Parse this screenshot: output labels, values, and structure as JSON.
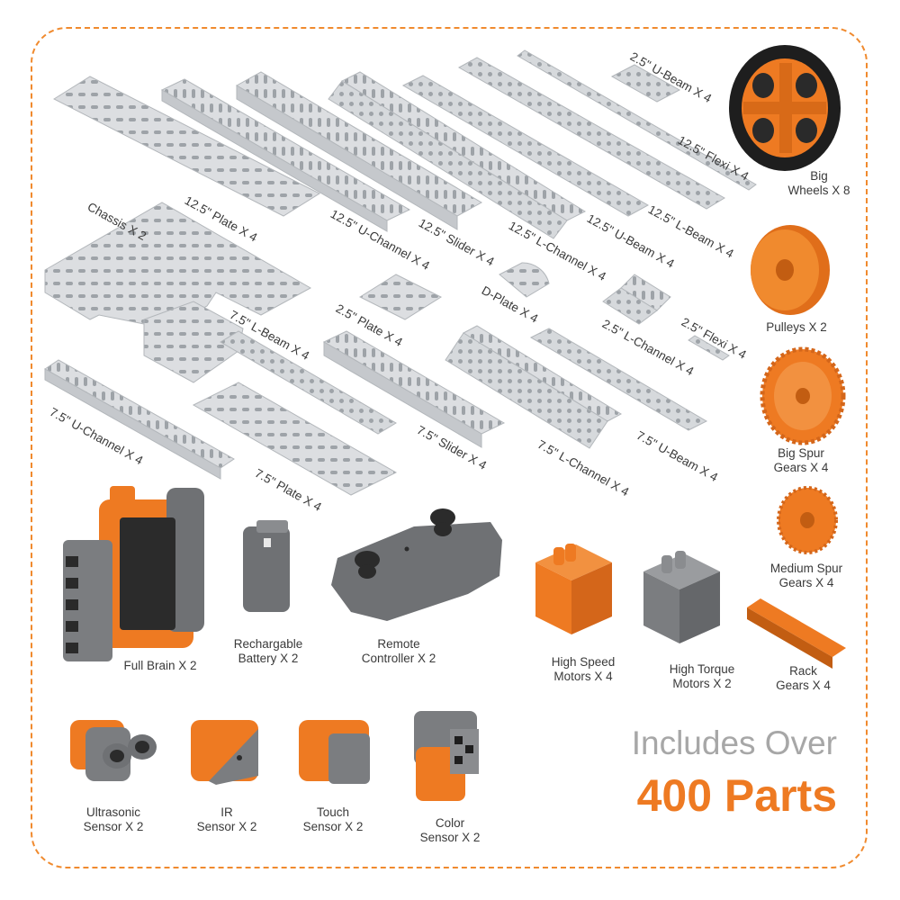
{
  "colors": {
    "accent_orange": "#ee7a22",
    "frame_orange": "#f08a2e",
    "metal": "#d9dbde",
    "metal_dark": "#aeb2b7",
    "grey_part": "#7b7d80",
    "headline_grey": "#a7a7a7"
  },
  "headline": {
    "line1": "Includes Over",
    "line2": "400 Parts"
  },
  "labels": {
    "plate_12": "12.5\" Plate X 4",
    "uchannel_12": "12.5\" U-Channel X 4",
    "slider_12": "12.5\" Slider X 4",
    "lchannel_12": "12.5\" L-Channel X 4",
    "ubeam_12": "12.5\" U-Beam X 4",
    "lbeam_12": "12.5\" L-Beam X 4",
    "flexi_12": "12.5\" Flexi X 4",
    "ubeam_25": "2.5\" U-Beam X 4",
    "chassis": "Chassis X 2",
    "plate_25": "2.5\" Plate X 4",
    "dplate": "D-Plate X 4",
    "lchannel_25": "2.5\" L-Channel X 4",
    "flexi_25": "2.5\" Flexi X 4",
    "lbeam_75": "7.5\" L-Beam X 4",
    "uchannel_75": "7.5\" U-Channel X 4",
    "plate_75": "7.5\" Plate X 4",
    "slider_75": "7.5\" Slider X 4",
    "lchannel_75": "7.5\" L-Channel X 4",
    "ubeam_75": "7.5\" U-Beam X 4",
    "big_wheels_1": "Big",
    "big_wheels_2": "Wheels X 8",
    "pulleys": "Pulleys X 2",
    "big_spur_1": "Big Spur",
    "big_spur_2": "Gears X 4",
    "med_spur_1": "Medium Spur",
    "med_spur_2": "Gears X 4",
    "rack_1": "Rack",
    "rack_2": "Gears X 4",
    "full_brain": "Full Brain X 2",
    "battery_1": "Rechargable",
    "battery_2": "Battery X 2",
    "remote_1": "Remote",
    "remote_2": "Controller X 2",
    "hs_motor_1": "High Speed",
    "hs_motor_2": "Motors X 4",
    "ht_motor_1": "High Torque",
    "ht_motor_2": "Motors X 2",
    "ultra_1": "Ultrasonic",
    "ultra_2": "Sensor X 2",
    "ir_1": "IR",
    "ir_2": "Sensor X 2",
    "touch_1": "Touch",
    "touch_2": "Sensor X 2",
    "color_1": "Color",
    "color_2": "Sensor X 2"
  }
}
